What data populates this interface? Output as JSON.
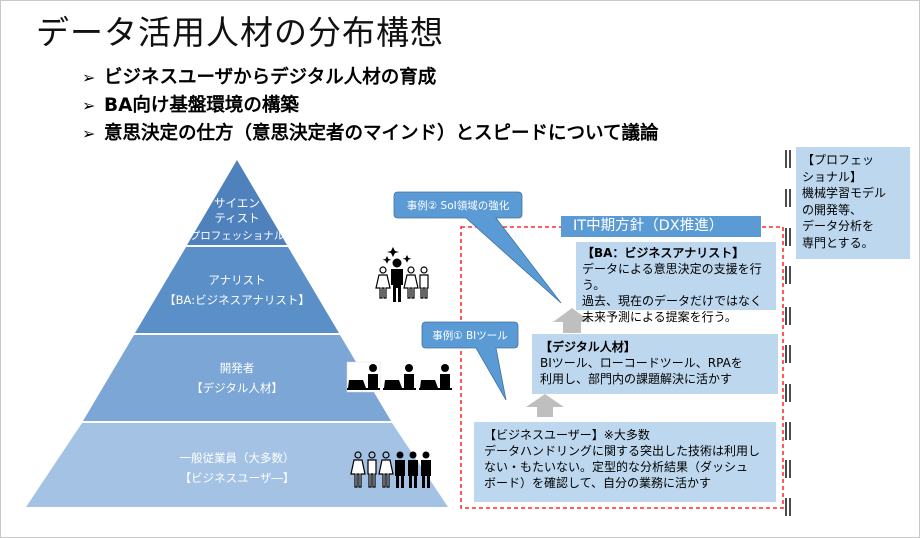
{
  "slide": {
    "title": "データ活用人材の分布構想",
    "bullets": [
      {
        "marker": "➢",
        "text": "ビジネスユーザからデジタル人材の育成"
      },
      {
        "marker": "➢",
        "text": "BA向け基盤環境の構築"
      },
      {
        "marker": "➢",
        "text": "意思決定の仕方（意思決定者のマインド）とスピードについて議論"
      }
    ]
  },
  "pyramid": {
    "tiers": [
      {
        "name": "scientist",
        "line1": "サイエン",
        "line2": "ティスト",
        "line3": "【プロフェッショナル】",
        "color": "#4f81bd"
      },
      {
        "name": "analyst",
        "line1": "アナリスト",
        "line2": "【BA:ビジネスアナリスト】",
        "color": "#5b8fc7"
      },
      {
        "name": "developer",
        "line1": "開発者",
        "line2": "【デジタル人材】",
        "color": "#7ba6d6"
      },
      {
        "name": "business-user",
        "line1": "一般従業員（大多数）",
        "line2": "【ビジネスユーザ―】",
        "color": "#a4c2e4"
      }
    ]
  },
  "callouts": {
    "case2": "事例② SoI領域の強化",
    "case1": "事例① BIツール"
  },
  "it_plan": {
    "banner": "IT中期方針（DX推進）",
    "boxes": [
      {
        "name": "ba",
        "header": "【BA：ビジネスアナリスト】",
        "lines": [
          "データによる意思決定の支援を行う。",
          "過去、現在のデータだけではなく",
          "未来予測による提案を行う。"
        ]
      },
      {
        "name": "digital",
        "header": "【デジタル人材】",
        "lines": [
          "BIツール、ローコードツール、RPAを",
          "利用し、部門内の課題解決に活かす"
        ]
      },
      {
        "name": "business-user",
        "header": "【ビジネスユーザー】※大多数",
        "lines": [
          "データハンドリングに関する突出した技術は利用し",
          "ない・もたいない。定型的な分析結果（ダッシュ",
          "ボード）を確認して、自分の業務に活かす"
        ]
      }
    ]
  },
  "professional": {
    "lines": [
      "【プロフェッ",
      "ショナル】",
      "機械学習モデル",
      "の開発等、",
      "データ分析を",
      "専門とする。"
    ]
  },
  "colors": {
    "accent": "#5b9bd5",
    "box_fill": "#bdd7ee",
    "dashed_border": "#ff0000",
    "arrow": "#bfbfbf"
  }
}
